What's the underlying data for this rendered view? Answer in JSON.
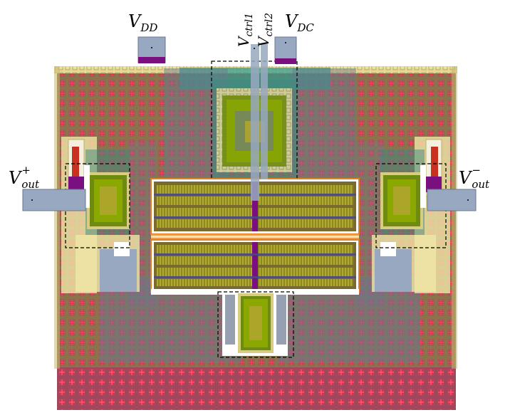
{
  "labels": {
    "vdd": {
      "main": "V",
      "sub": "DD"
    },
    "vdc": {
      "main": "V",
      "sub": "DC"
    },
    "vctrl1": {
      "main": "V",
      "sub": "ctrl1"
    },
    "vctrl2": {
      "main": "V",
      "sub": "ctrl2"
    },
    "vout_plus": {
      "main": "V",
      "sup": "+",
      "sub": "out"
    },
    "vout_minus": {
      "main": "V",
      "sup": "−",
      "sub": "out"
    }
  },
  "colors": {
    "substrate": "#a0605a",
    "via": "#e8203c",
    "metal_fill": "#6a7890",
    "poly_outline": "#d8cc80",
    "active": "#8aa800",
    "pad": "#98a8c0",
    "pin": "#7a1080",
    "teal": "#2e9a90"
  }
}
